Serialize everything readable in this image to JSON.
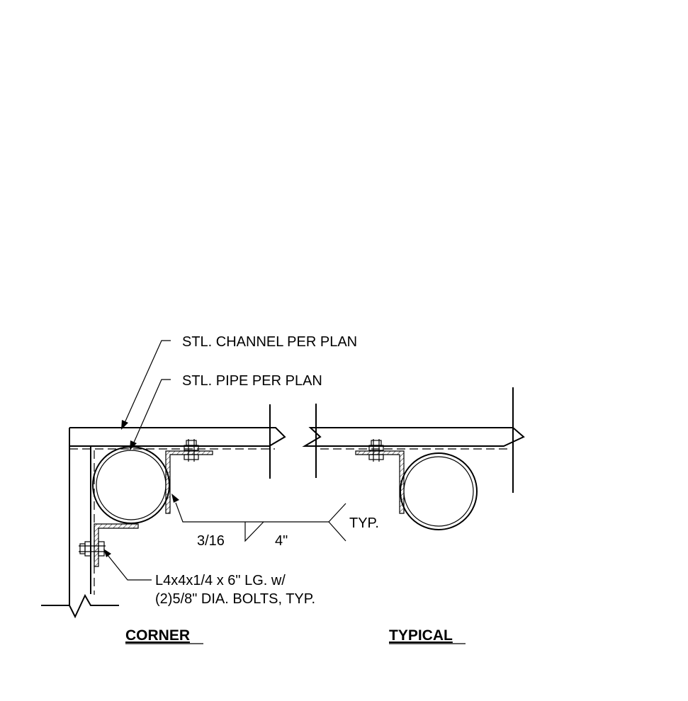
{
  "notes": {
    "channel": "STL. CHANNEL PER PLAN",
    "pipe": "STL. PIPE PER PLAN",
    "weld_size": "3/16",
    "weld_length": "4\"",
    "weld_typ": "TYP.",
    "angle_line1": "L4x4x1/4 x 6\" LG. w/",
    "angle_line2": "(2)5/8\" DIA. BOLTS, TYP."
  },
  "titles": {
    "corner": "CORNER",
    "typical": "TYPICAL"
  }
}
